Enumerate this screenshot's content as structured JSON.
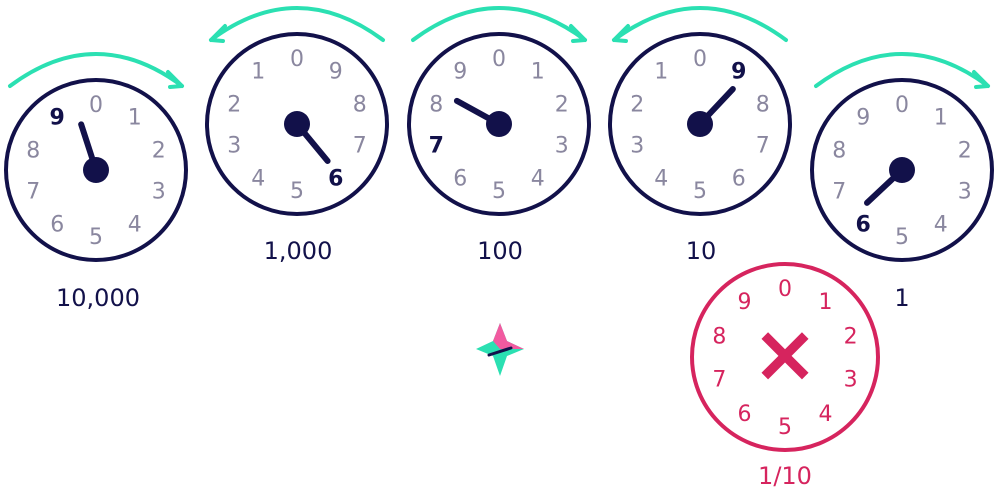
{
  "colors": {
    "dial_border": "#12114a",
    "digit": "#8a879f",
    "pointer": "#12114a",
    "arrow": "#2be0b2",
    "crossed_dial": "#d6245e"
  },
  "dials": [
    {
      "id": "ten-thousands",
      "label": "10,000",
      "direction": "clockwise",
      "digits": [
        "0",
        "1",
        "2",
        "3",
        "4",
        "5",
        "6",
        "7",
        "8",
        "9"
      ],
      "reading": "9",
      "pointer_value": 9.5
    },
    {
      "id": "thousands",
      "label": "1,000",
      "direction": "anticlockwise",
      "digits": [
        "0",
        "9",
        "8",
        "7",
        "6",
        "5",
        "4",
        "3",
        "2",
        "1"
      ],
      "reading": "6",
      "pointer_value": 6.1
    },
    {
      "id": "hundreds",
      "label": "100",
      "direction": "clockwise",
      "digits": [
        "0",
        "1",
        "2",
        "3",
        "4",
        "5",
        "6",
        "7",
        "8",
        "9"
      ],
      "reading": "7",
      "pointer_value": 8.3
    },
    {
      "id": "tens",
      "label": "10",
      "direction": "anticlockwise",
      "digits": [
        "0",
        "9",
        "8",
        "7",
        "6",
        "5",
        "4",
        "3",
        "2",
        "1"
      ],
      "reading": "9",
      "pointer_value": 8.8
    },
    {
      "id": "units",
      "label": "1",
      "direction": "clockwise",
      "digits": [
        "0",
        "1",
        "2",
        "3",
        "4",
        "5",
        "6",
        "7",
        "8",
        "9"
      ],
      "reading": "6",
      "pointer_value": 6.3
    }
  ],
  "crossed_dial": {
    "label": "1/10",
    "digits": [
      "0",
      "1",
      "2",
      "3",
      "4",
      "5",
      "6",
      "7",
      "8",
      "9"
    ],
    "mark": "×"
  },
  "logo": "sparkle-logo"
}
